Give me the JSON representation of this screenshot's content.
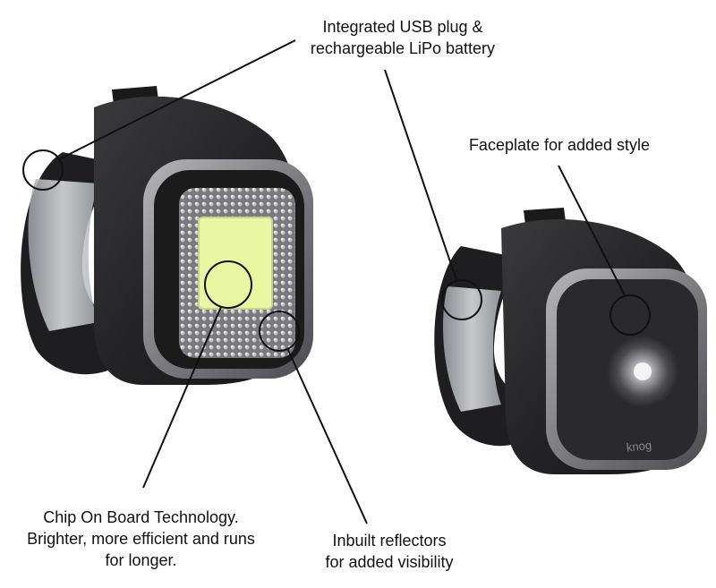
{
  "callouts": {
    "usb": {
      "line1": "Integrated USB plug &",
      "line2": "rechargeable LiPo battery"
    },
    "faceplate": {
      "line1": "Faceplate for added style"
    },
    "cob": {
      "line1": "Chip On Board Technology.",
      "line2": "Brighter, more efficient and runs",
      "line3": "for longer."
    },
    "reflectors": {
      "line1": "Inbuilt reflectors",
      "line2": "for added visibility"
    }
  },
  "product": {
    "brand_mark": "knog"
  },
  "colors": {
    "housing": "#2b2b2d",
    "housing_highlight": "#4a4a4e",
    "bezel": "#8a8a8e",
    "led_chip": "#e9f7a2",
    "mount": "#cfd2d6",
    "callout_line": "#111111"
  }
}
